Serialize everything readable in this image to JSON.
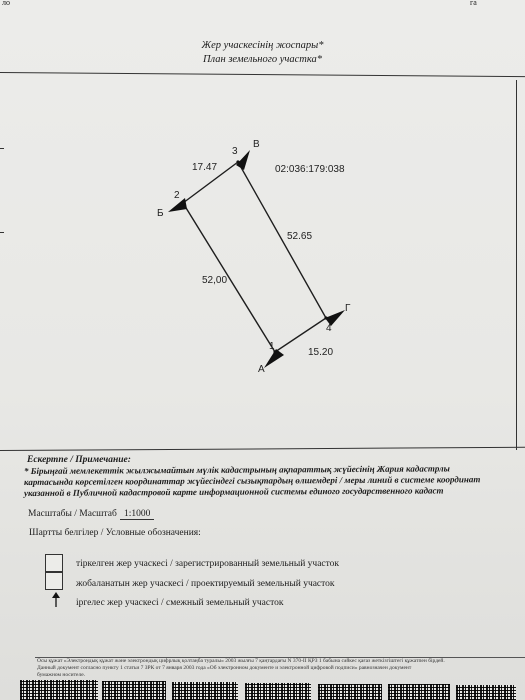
{
  "document": {
    "title_kz": "Жер учаскесінің жоспары*",
    "title_ru": "План земельного участка*",
    "header_fragments": [
      "ло",
      "га"
    ]
  },
  "plan": {
    "cadastral_number": "02:036:179:038",
    "points": [
      {
        "num": "1",
        "letter": "А"
      },
      {
        "num": "2",
        "letter": "Б"
      },
      {
        "num": "3",
        "letter": "В"
      },
      {
        "num": "4",
        "letter": "Г"
      }
    ],
    "sides": [
      {
        "value": "17.47"
      },
      {
        "value": "52.65"
      },
      {
        "value": "52,00"
      },
      {
        "value": "15.20"
      }
    ]
  },
  "notes": {
    "heading": "Ескертпе / Примечание:",
    "lines": [
      "* Бірыңғай мемлекеттік жылжымайтын мүлік кадастрының ақпараттық жүйесінің Жария кадастрлы",
      "картасында көрсетілген координаттар жүйесіндегі сызықтардың өлшемдері / меры линий в системе координат",
      "указанной в Публичной кадастровой карте информационной системы единого государственного кадаст"
    ]
  },
  "scale": {
    "label": "Масштабы / Масштаб",
    "value": "1:1000"
  },
  "legend": {
    "heading": "Шартты белгілер / Условные обозначения:",
    "items": [
      {
        "text": "тіркелген жер учаскесі / зарегистрированный земельный участок"
      },
      {
        "text": "жобаланатын жер учаскесі / проектируемый земельный участок"
      },
      {
        "text": "іргелес жер учаскесі / смежный земельный участок"
      }
    ]
  },
  "footer": {
    "lines": [
      "Осы құжат «Электрондық құжат және электрондық цифрлық қолтаңба туралы» 2003 жылғы 7 қаңтардағы N 370-II ҚРЗ 1 бабына сәйкес қағаз жеткізгіштегі құжатпен бірдей.",
      "Данный документ согласно пункту 1 статьи 7 ЗРК от 7 января 2003 года «Об электронном документе и электронной цифровой подписи» равнозначен документ",
      "бумажном носителе."
    ]
  }
}
